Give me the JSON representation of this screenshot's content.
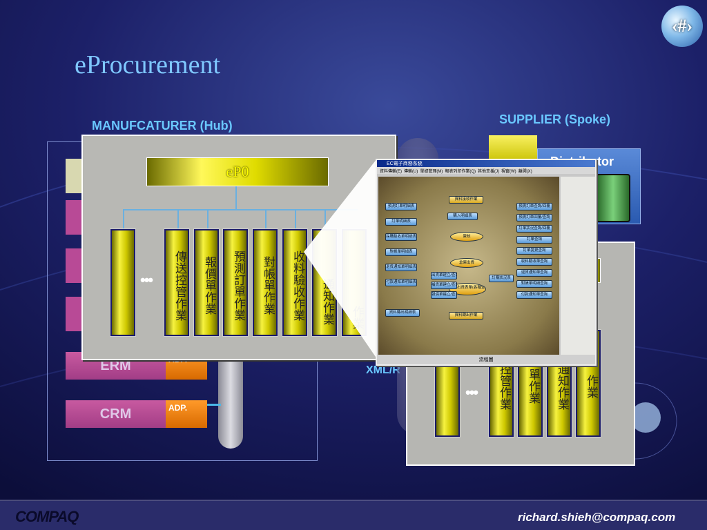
{
  "slide": {
    "title": "eProcurement",
    "slide_number": "‹#›",
    "manufacturer_header": "MANUFCATURER (Hub)",
    "supplier_header": "SUPPLIER (Spoke)",
    "distributor_label": "Distributor",
    "xml_label": "XML/R",
    "footer_brand": "COMPAQ",
    "footer_email": "richard.shieh@compaq.com"
  },
  "hub": {
    "epo_label": "eP0",
    "ellipsis": "•••",
    "columns": [
      "傳送控管作業",
      "報價單作業",
      "預測訂單作業",
      "對帳單作業",
      "收料驗收作業",
      "通知作業",
      "作業"
    ],
    "systems": [
      {
        "name": "ERM",
        "adapter": "ADP."
      },
      {
        "name": "CRM",
        "adapter": "ADP."
      }
    ]
  },
  "supplier": {
    "ellipsis": "•••",
    "columns": [
      "控管作業",
      "單作業",
      "通知作業",
      "作業"
    ]
  },
  "app_window": {
    "title": "EC電子商務系統",
    "menu": [
      "資料傳輸(E)",
      "傳輸(U)",
      "單據管理(M)",
      "報表列印作業(Q)",
      "其他支援(J)",
      "視窗(W)",
      "離開(X)"
    ],
    "status": "流程圖",
    "left_buttons": [
      "預測訂單明細表",
      "訂單明細表",
      "採購驗收單明細表",
      "對帳單明細表",
      "退貨通知單明細表",
      "付款通知單明細表",
      "資料轉出明細表"
    ],
    "center_nodes": [
      "資料接收作業",
      "購入明細表",
      "簽核",
      "倉庫出貨",
      "預估出貨表單(各種查表)",
      "資料轉出作業"
    ],
    "mid_buttons": [
      "出貨單建立/查詢",
      "補貨單建立/查詢",
      "報價單建立/查詢",
      "訂購狀況表"
    ],
    "right_buttons": [
      "預測訂單查詢/回覆",
      "預測訂單回覆/查詢",
      "訂單狀況查詢/回覆",
      "訂單查詢",
      "訂單變更查詢",
      "收料驗收單查詢",
      "退貨通知單查詢",
      "對帳單明細查詢",
      "付款通知單查詢"
    ]
  },
  "colors": {
    "background": "#1a1c5a",
    "title": "#7fc8ff",
    "header": "#6ac8ff",
    "system_bar": "#b84a96",
    "adapter": "#f08410",
    "column_yellow": "#e8e400"
  }
}
